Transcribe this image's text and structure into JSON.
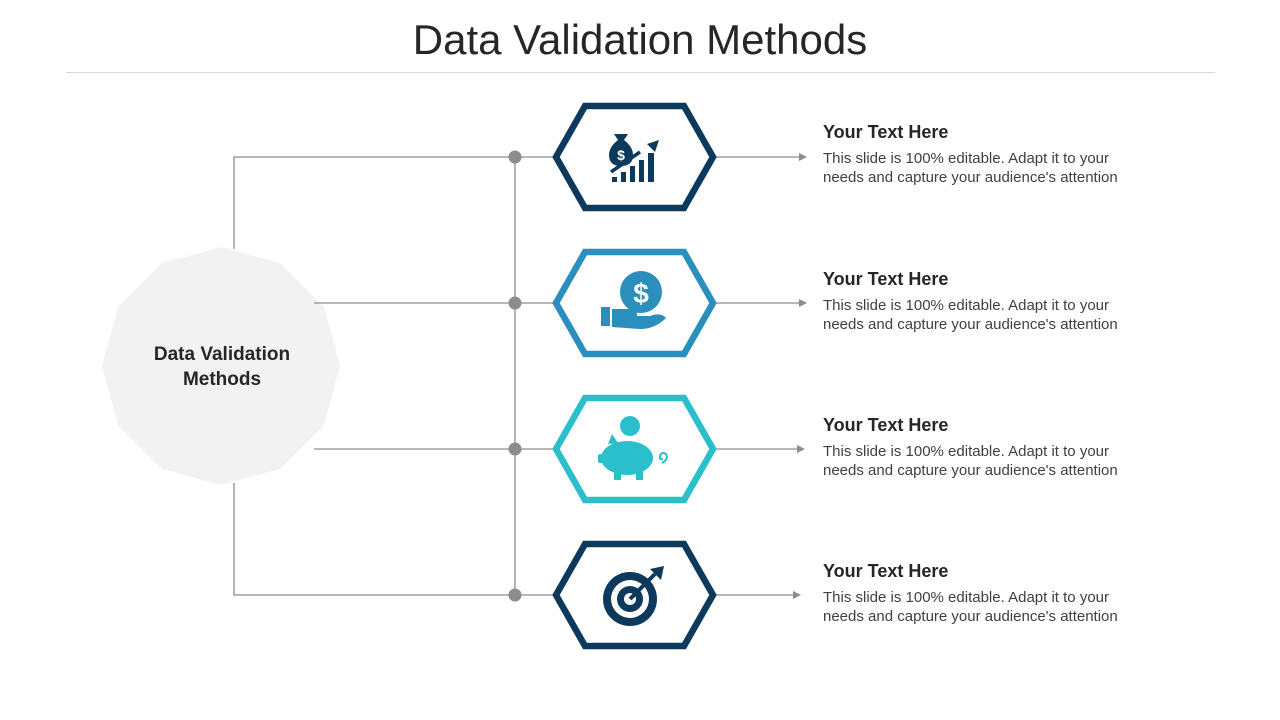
{
  "slide": {
    "title": "Data Validation Methods",
    "center_label": "Data Validation Methods"
  },
  "items": [
    {
      "heading": "Your Text Here",
      "body": "This slide is 100% editable. Adapt it to your needs and capture your audience's attention",
      "icon": "money-bag-growth-chart-icon",
      "color": "#0d3a5c"
    },
    {
      "heading": "Your Text Here",
      "body": "This slide is 100% editable. Adapt it to your needs and capture your audience's attention",
      "icon": "hand-holding-dollar-coin-icon",
      "color": "#2a8fbd"
    },
    {
      "heading": "Your Text Here",
      "body": "This slide is 100% editable. Adapt it to your needs and capture your audience's attention",
      "icon": "piggy-bank-icon",
      "color": "#2bbfcc"
    },
    {
      "heading": "Your Text Here",
      "body": "This slide is 100% editable. Adapt it to your needs and capture your audience's attention",
      "icon": "target-arrow-icon",
      "color": "#0d3a5c"
    }
  ],
  "colors": {
    "connector": "#8c8c8c",
    "center_fill": "#f2f2f2"
  }
}
